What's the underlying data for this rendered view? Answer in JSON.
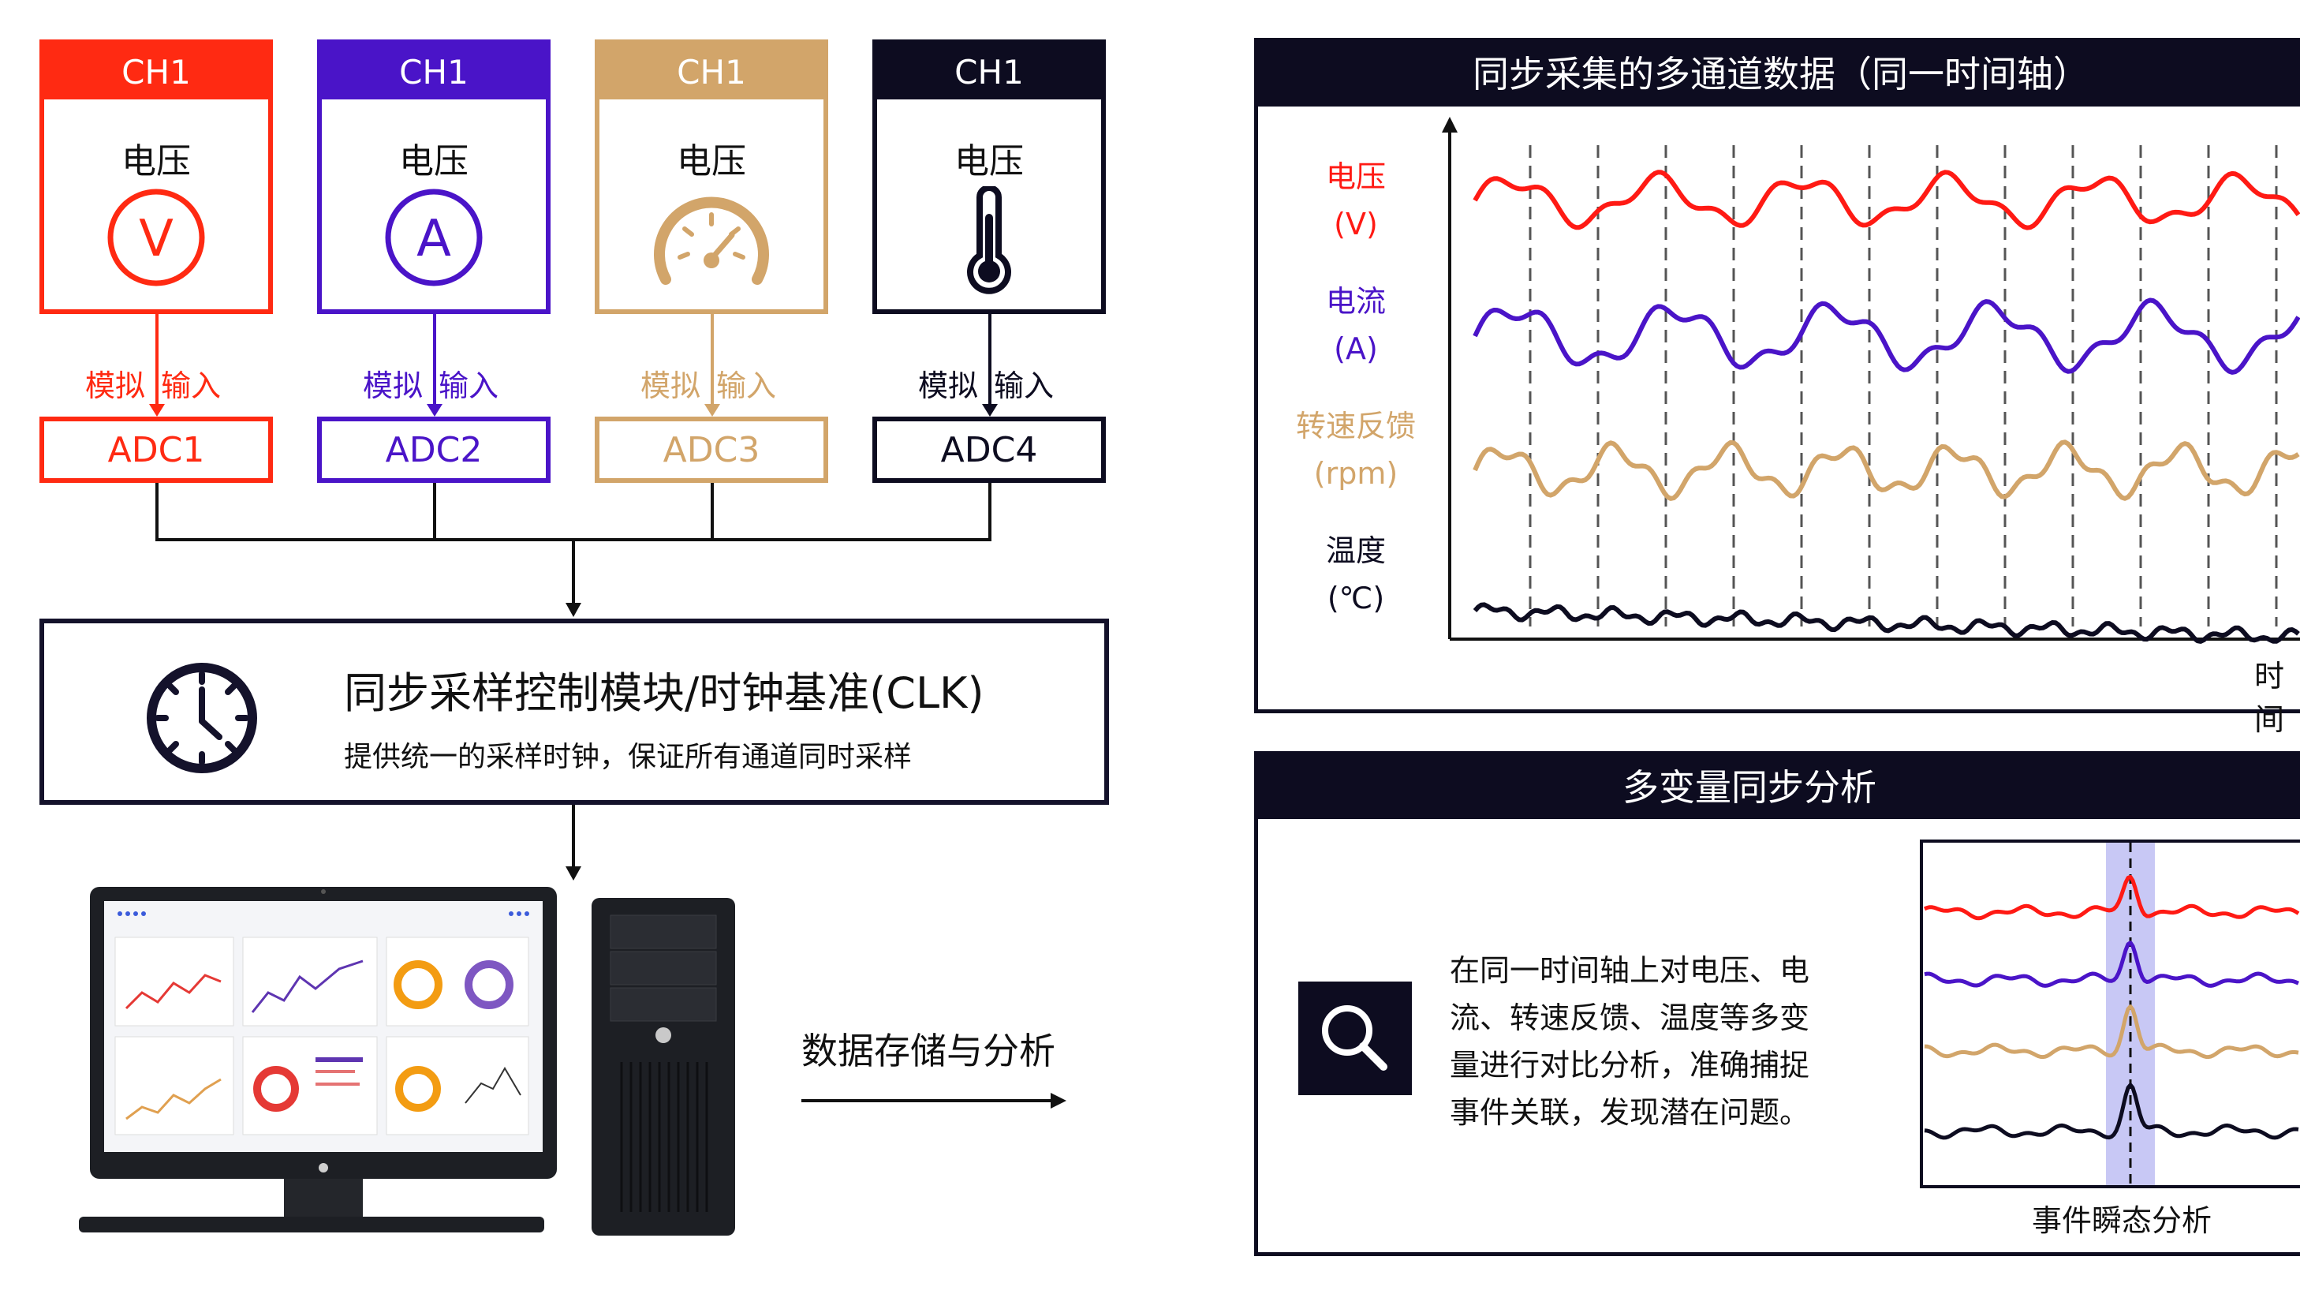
{
  "channels": [
    {
      "header": "CH1",
      "name": "电压",
      "icon": "voltmeter-icon",
      "icon_text": "V",
      "adc": "ADC1",
      "input_left": "模拟",
      "input_right": "输入",
      "color": "#ff2a12"
    },
    {
      "header": "CH1",
      "name": "电压",
      "icon": "ammeter-icon",
      "icon_text": "A",
      "adc": "ADC2",
      "input_left": "模拟",
      "input_right": "输入",
      "color": "#4a14c8"
    },
    {
      "header": "CH1",
      "name": "电压",
      "icon": "tachometer-icon",
      "adc": "ADC3",
      "input_left": "模拟",
      "input_right": "输入",
      "color": "#d2a56a"
    },
    {
      "header": "CH1",
      "name": "电压",
      "icon": "thermometer-icon",
      "adc": "ADC4",
      "input_left": "模拟",
      "input_right": "输入",
      "color": "#0d0c20"
    }
  ],
  "clock": {
    "title": "同步采样控制模块/时钟基准(CLK)",
    "subtitle": "提供统一的采样时钟，保证所有通道同时采样",
    "icon": "clock-icon"
  },
  "storage": {
    "label": "数据存储与分析",
    "icons": [
      "computer-monitor-icon",
      "pc-tower-icon"
    ]
  },
  "sync_panel": {
    "title": "同步采集的多通道数据（同一时间轴）",
    "axis_label": "时间",
    "traces": [
      {
        "name": "电压",
        "unit": "(V)",
        "color": "#ff1a14"
      },
      {
        "name": "电流",
        "unit": "(A)",
        "color": "#4a14c8"
      },
      {
        "name": "转速反馈",
        "unit": "(rpm)",
        "color": "#d2a56a"
      },
      {
        "name": "温度",
        "unit": "(℃)",
        "color": "#0d0c20"
      }
    ]
  },
  "analysis_panel": {
    "title": "多变量同步分析",
    "icon": "search-icon",
    "text_lines": [
      "在同一时间轴上对电压、电",
      "流、转速反馈、温度等多变",
      "量进行对比分析，准确捕捉",
      "事件关联，发现潜在问题。"
    ],
    "chart_caption": "事件瞬态分析",
    "highlight_color": "#c8c8f5"
  }
}
